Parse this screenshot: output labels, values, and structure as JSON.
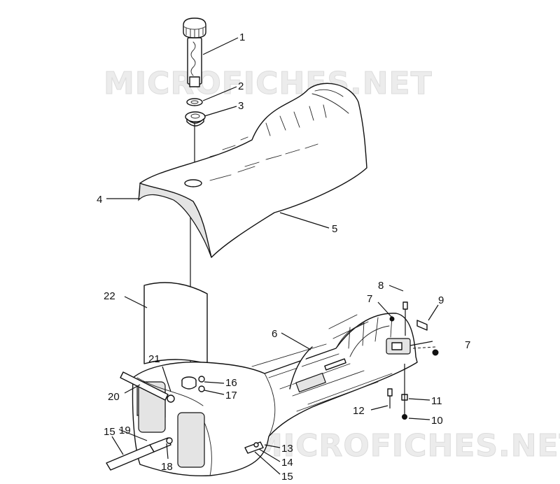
{
  "watermark": "MICROFICHES.NET",
  "callouts": {
    "c1": "1",
    "c2": "2",
    "c3": "3",
    "c4": "4",
    "c5": "5",
    "c6": "6",
    "c7a": "7",
    "c7b": "7",
    "c8": "8",
    "c9": "9",
    "c10": "10",
    "c11": "11",
    "c12": "12",
    "c13": "13",
    "c14": "14",
    "c15a": "15",
    "c15b": "15",
    "c16": "16",
    "c17": "17",
    "c18": "18",
    "c19": "19",
    "c20": "20",
    "c21": "21",
    "c22": "22"
  }
}
